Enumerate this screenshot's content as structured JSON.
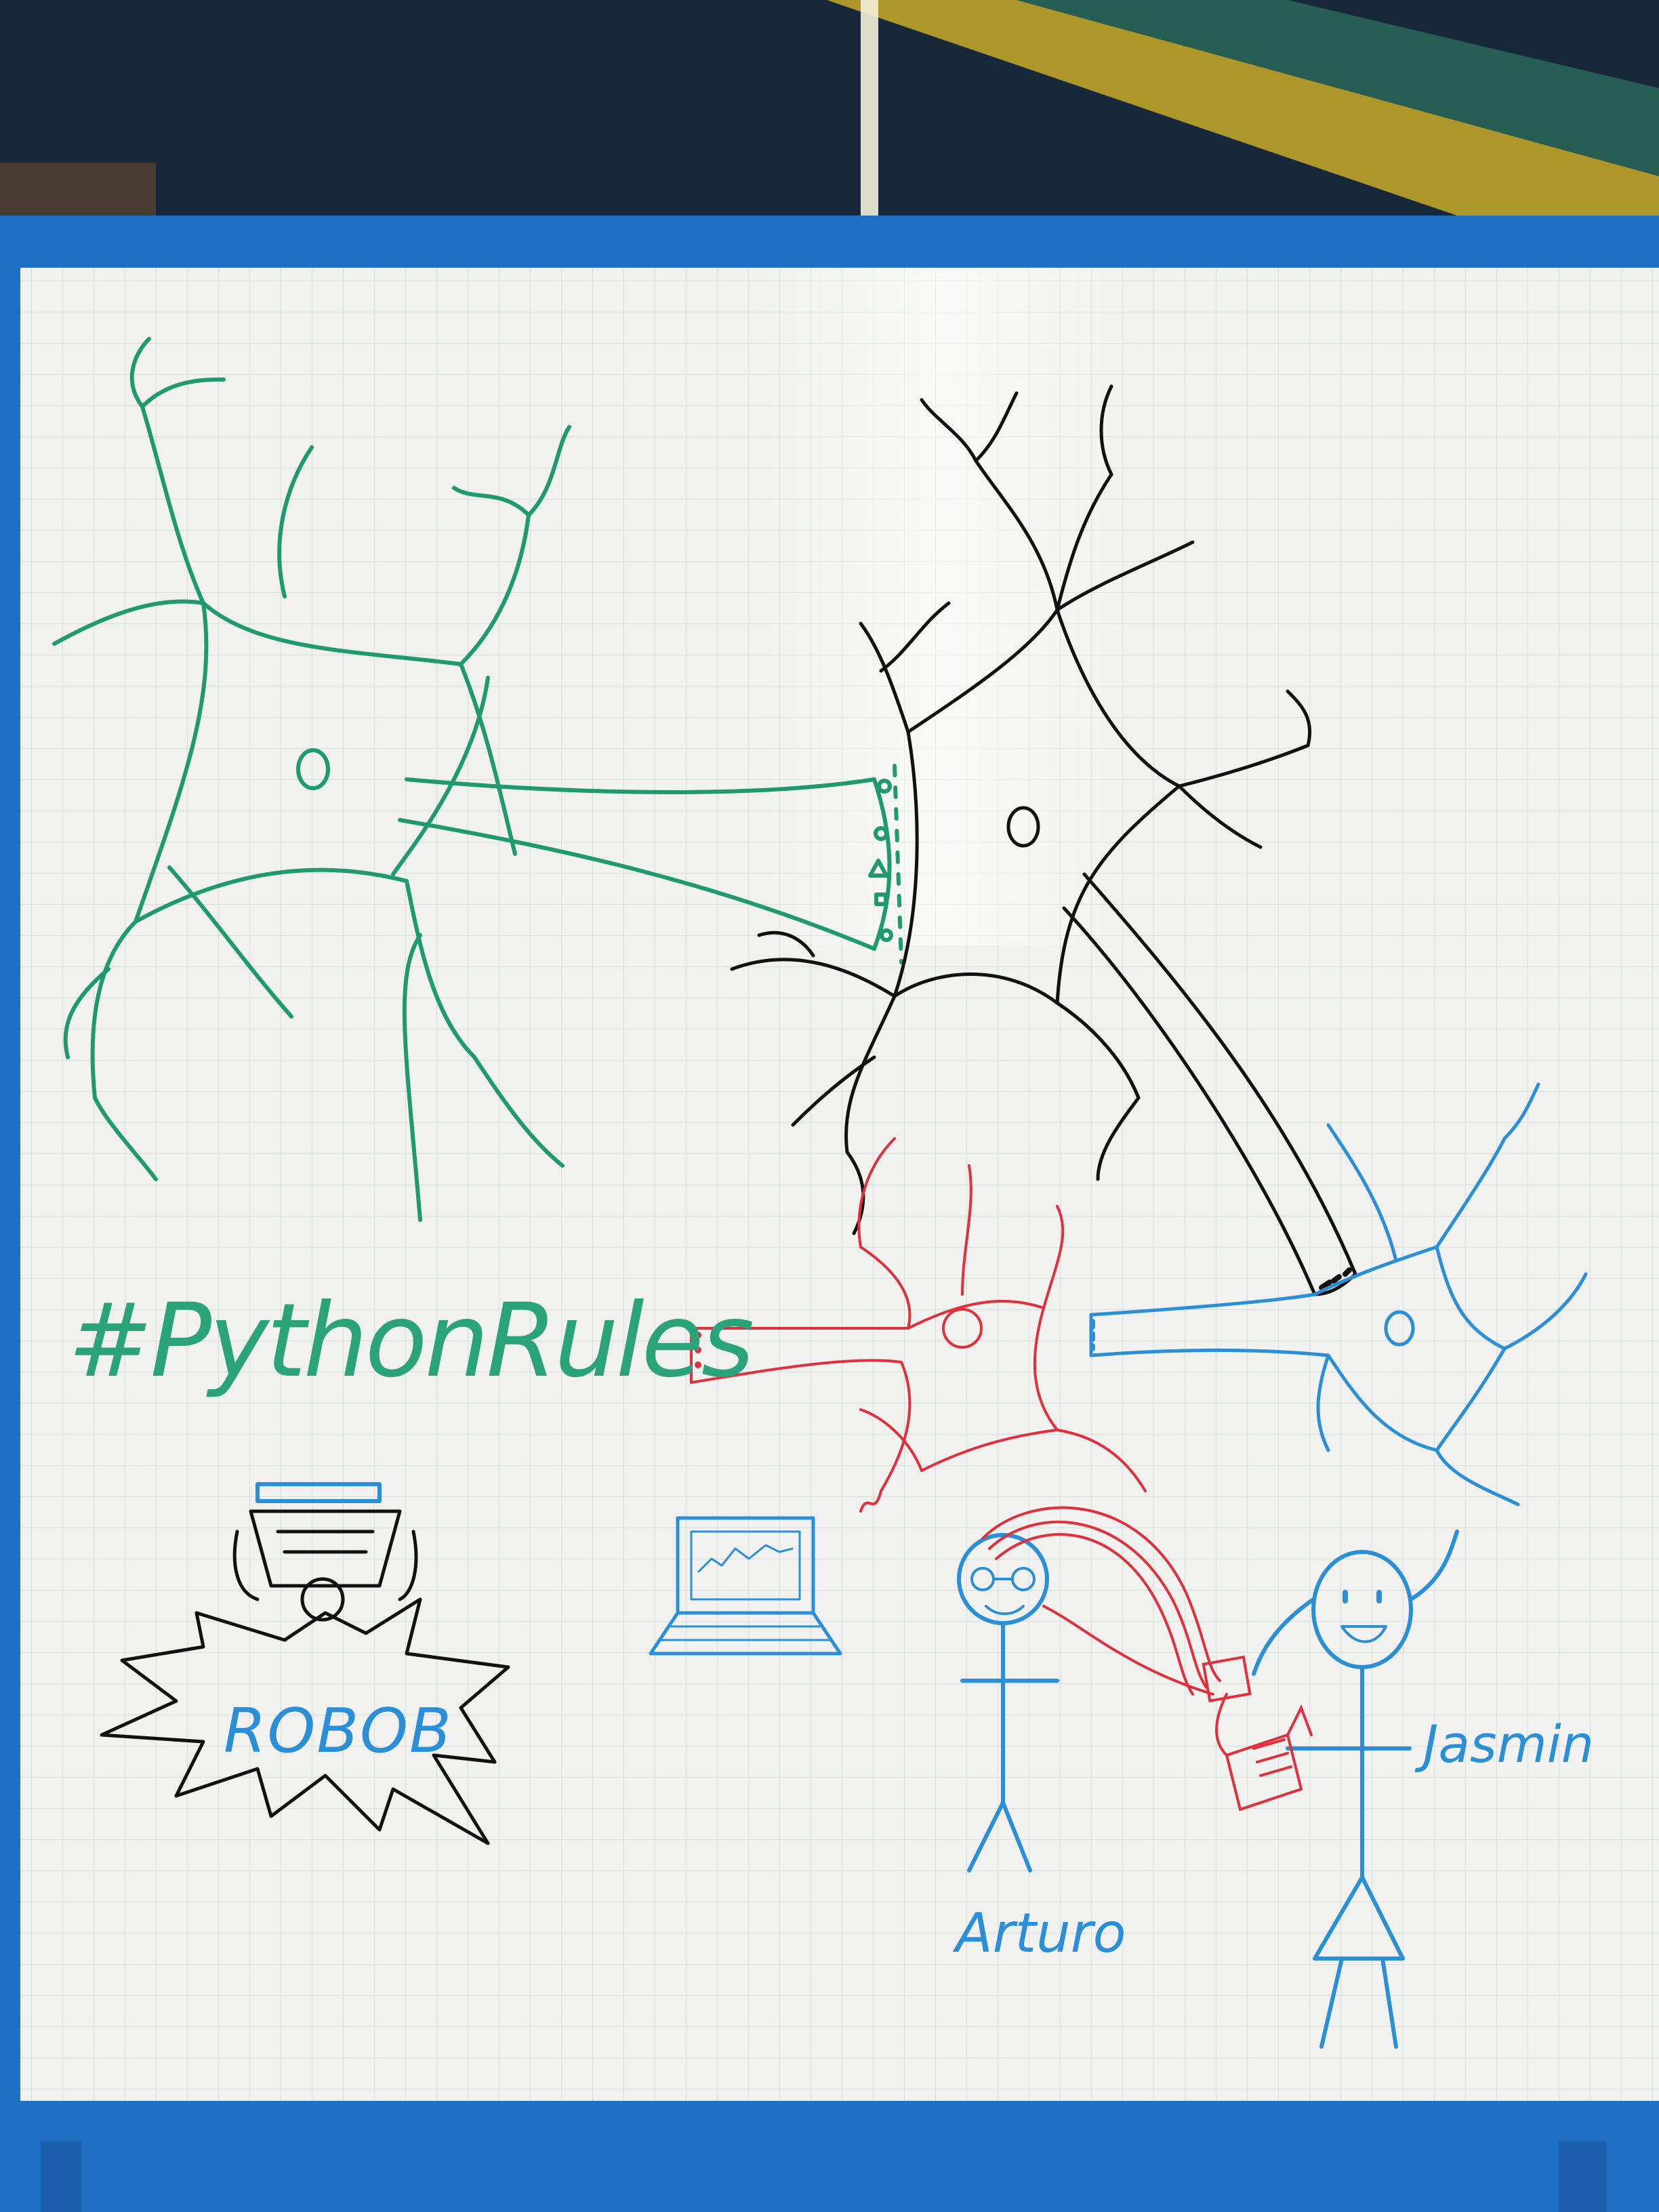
{
  "board": {
    "hashtag": "#PythonRules",
    "robot_label": "ROBOB",
    "person_left_name": "Arturo",
    "person_right_name": "Jasmin"
  },
  "colors": {
    "frame_blue": "#1f6fc4",
    "board_white": "#f1f1ef",
    "ink_green": "#1f9a70",
    "ink_black": "#111111",
    "ink_red": "#e0303c",
    "ink_blue": "#2a8fd6",
    "background_dark": "#16283a",
    "stripe_yellow": "#d7b82a"
  }
}
